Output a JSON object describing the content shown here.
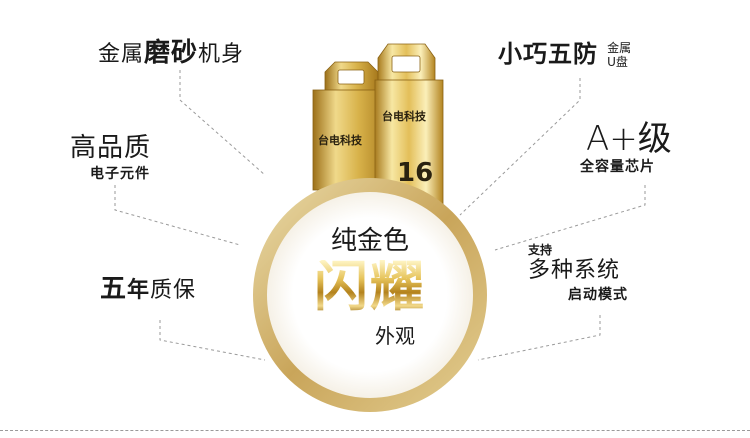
{
  "product": {
    "brand": "台电科技",
    "capacity": "16"
  },
  "features": {
    "left_1": {
      "title_a": "金属",
      "title_b": "磨砂",
      "title_c": "机身"
    },
    "left_2": {
      "title": "高品质",
      "sub": "电子元件"
    },
    "left_3": {
      "title_a": "五",
      "title_b": "年",
      "title_c": "质保"
    },
    "right_1": {
      "title": "小巧五防",
      "side_top": "金属",
      "side_bottom": "U盘"
    },
    "right_2": {
      "title": "A+级",
      "sub": "全容量芯片"
    },
    "right_3": {
      "pre": "支持",
      "title": "多种系统",
      "sub": "启动模式"
    }
  },
  "center": {
    "line1": "纯金色",
    "line2": "闪耀",
    "line3": "外观"
  },
  "colors": {
    "gold_light": "#f6e39a",
    "gold_mid": "#d8b24a",
    "gold_dark": "#a47a1c",
    "dash": "#9a9a9a",
    "text": "#1a1a1a"
  }
}
